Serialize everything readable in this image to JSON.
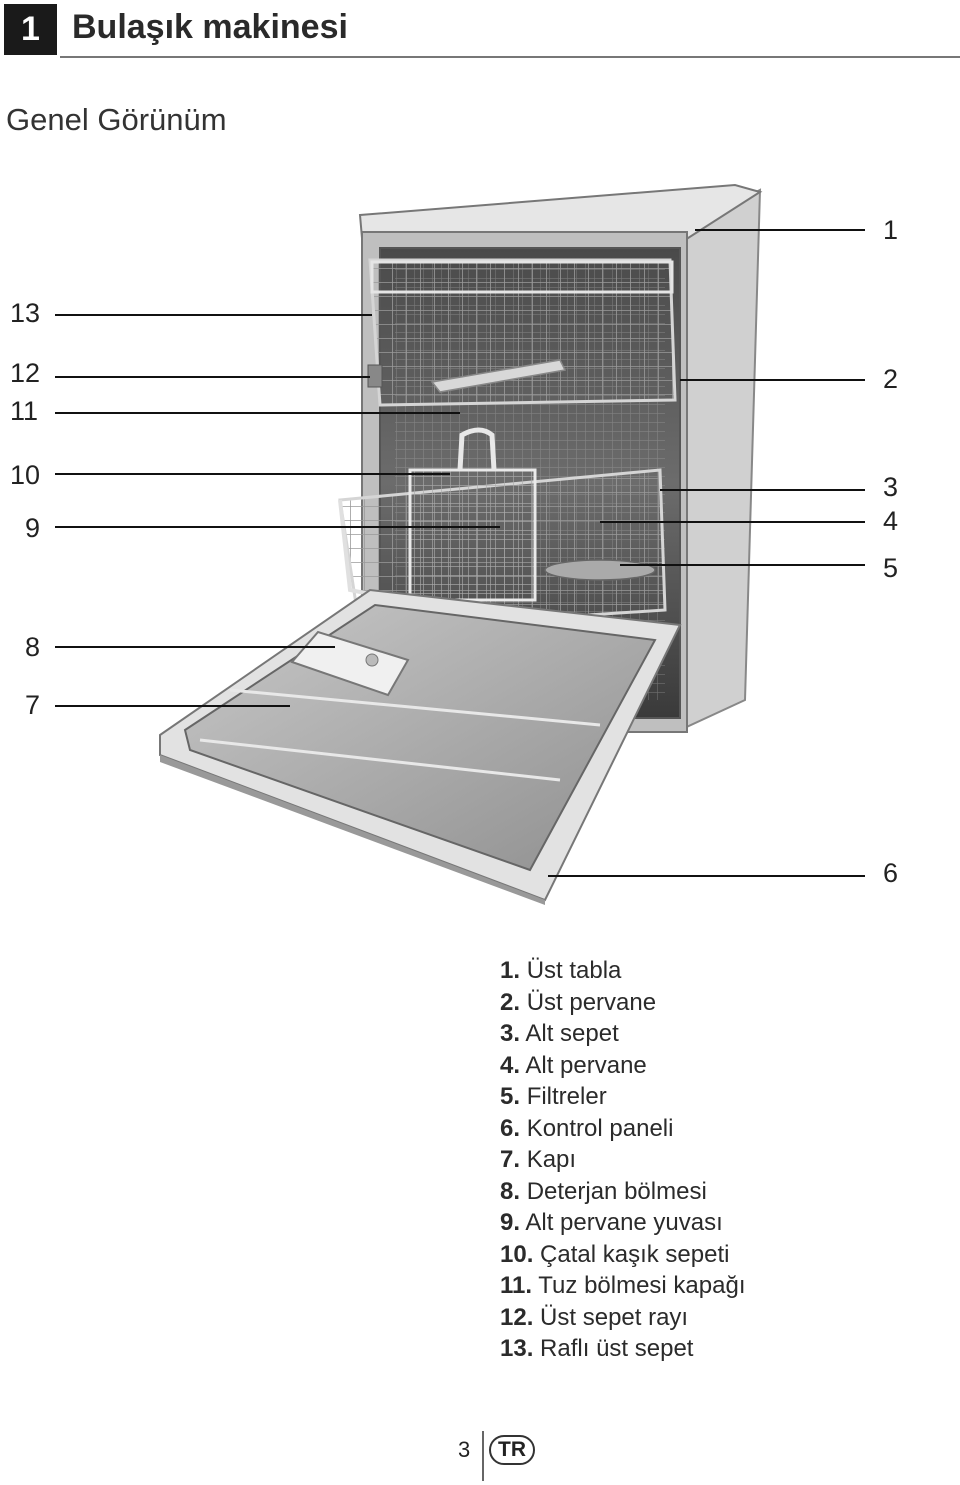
{
  "header": {
    "chapter_number": "1",
    "chapter_title": "Bulaşık makinesi"
  },
  "section": {
    "title": "Genel Görünüm"
  },
  "figure": {
    "callouts_left": [
      "13",
      "12",
      "11",
      "10",
      "9",
      "8",
      "7"
    ],
    "callouts_right": [
      "1",
      "2",
      "3",
      "4",
      "5",
      "6"
    ]
  },
  "legend": [
    {
      "num": "1.",
      "text": "Üst tabla"
    },
    {
      "num": "2.",
      "text": "Üst pervane"
    },
    {
      "num": "3.",
      "text": "Alt sepet"
    },
    {
      "num": "4.",
      "text": "Alt pervane"
    },
    {
      "num": "5.",
      "text": "Filtreler"
    },
    {
      "num": "6.",
      "text": "Kontrol paneli"
    },
    {
      "num": "7.",
      "text": "Kapı"
    },
    {
      "num": "8.",
      "text": "Deterjan bölmesi"
    },
    {
      "num": "9.",
      "text": "Alt pervane yuvası"
    },
    {
      "num": "10.",
      "text": "Çatal kaşık sepeti"
    },
    {
      "num": "11.",
      "text": "Tuz bölmesi kapağı"
    },
    {
      "num": "12.",
      "text": "Üst sepet rayı"
    },
    {
      "num": "13.",
      "text": "Raflı üst sepet"
    }
  ],
  "footer": {
    "page_number": "3",
    "language": "TR"
  }
}
